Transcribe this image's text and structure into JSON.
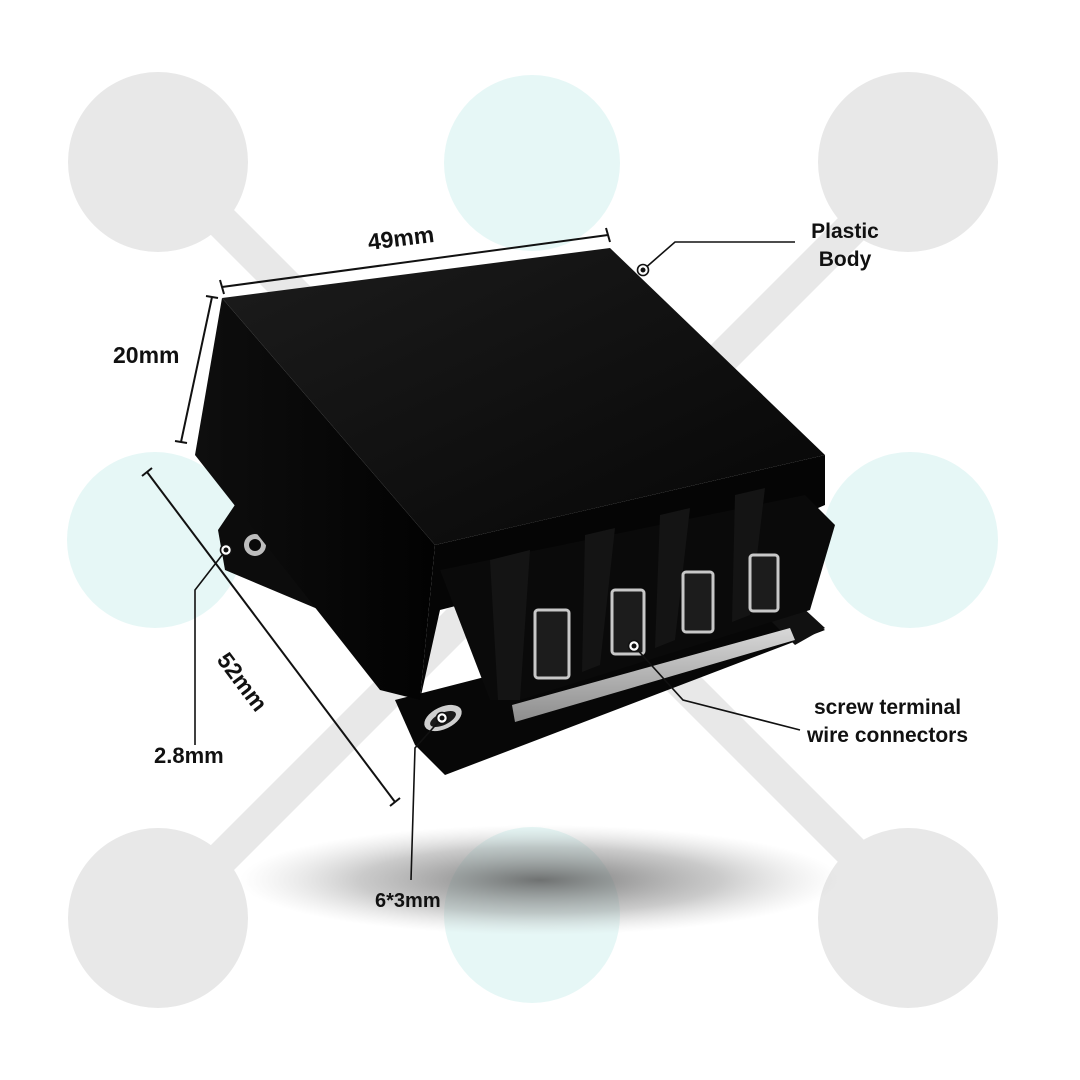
{
  "labels": {
    "plastic_body": "Plastic Body",
    "width": "49mm",
    "height": "20mm",
    "depth": "52mm",
    "ear_thickness": "2.8mm",
    "slot_size": "6*3mm",
    "terminals": "screw terminal wire connectors"
  },
  "colors": {
    "background": "#ffffff",
    "blob_gray": "#e8e8e8",
    "blob_mint": "#e6f7f6",
    "device_body": "#0b0b0b",
    "device_face": "#050505",
    "terminal_metal": "#bdbdbd",
    "dimension_line": "#111111",
    "label_text": "#111111"
  },
  "icons": {
    "callout_marker": "ring-dot-icon"
  }
}
